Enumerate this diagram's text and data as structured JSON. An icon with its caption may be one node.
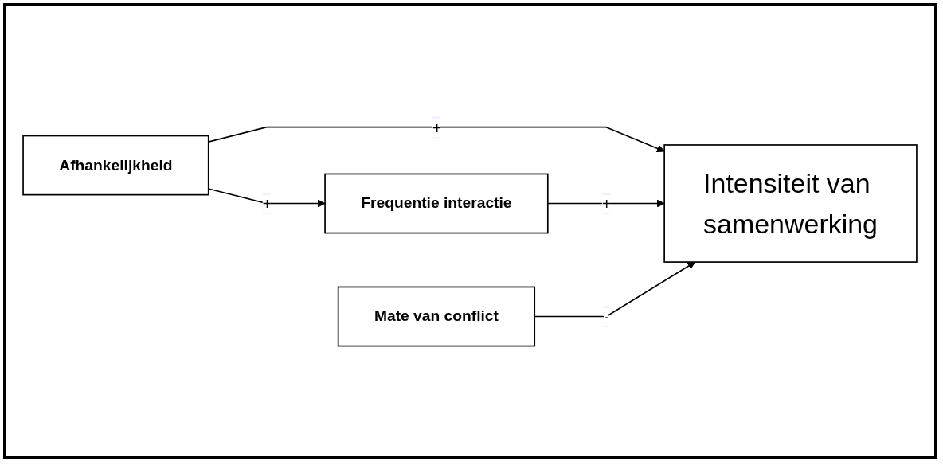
{
  "diagram": {
    "nodes": [
      {
        "text": [
          "Afhankelijkheid"
        ]
      },
      {
        "text": [
          "Frequentie interactie"
        ]
      },
      {
        "text": [
          "Mate van conflict"
        ]
      },
      {
        "text": [
          "Intensiteit van samenwerking"
        ]
      }
    ],
    "edges": [
      {
        "from": 0,
        "to": 3,
        "arrow": "to",
        "label": "+"
      },
      {
        "from": 0,
        "to": 1,
        "arrow": "to",
        "label": "+"
      },
      {
        "from": 1,
        "to": 3,
        "arrow": "to",
        "label": "+"
      },
      {
        "from": 2,
        "to": 3,
        "arrow": "to",
        "label": "-"
      }
    ]
  }
}
